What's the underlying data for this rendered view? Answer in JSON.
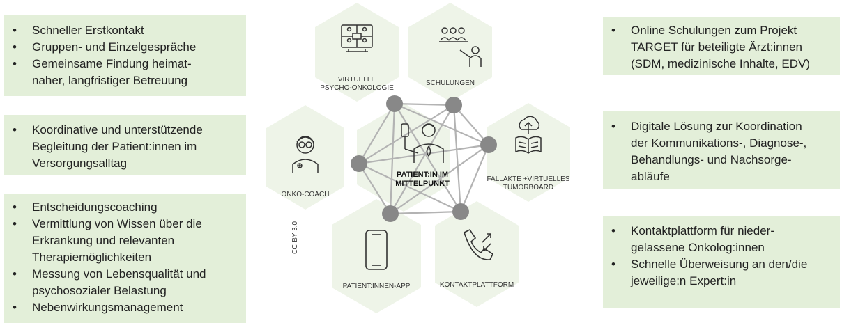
{
  "left_boxes": [
    {
      "items": [
        "Schneller Erstkontakt",
        "Gruppen- und Einzelgespräche",
        "Gemeinsame Findung heimat-",
        "naher, langfristiger Betreuung"
      ]
    },
    {
      "items": [
        "Koordinative und unterstützende",
        "Begleitung der Patient:innen im",
        "Versorgungsalltag"
      ]
    },
    {
      "items": [
        "Entscheidungscoaching",
        "Vermittlung von Wissen über die",
        "Erkrankung und relevanten",
        "Therapiemöglichkeiten",
        "Messung von Lebensqualität und",
        "psychosozialer Belastung",
        "Nebenwirkungsmanagement"
      ]
    }
  ],
  "right_boxes": [
    {
      "items": [
        "Online Schulungen zum Projekt",
        "TARGET für beteiligte Ärzt:innen",
        "(SDM, medizinische Inhalte, EDV)"
      ]
    },
    {
      "items": [
        "Digitale Lösung zur Koordination",
        "der Kommunikations-, Diagnose-,",
        "Behandlungs- und Nachsorge-",
        "abläufe"
      ]
    },
    {
      "items": [
        "Kontaktplattform für nieder-",
        "gelassene Onkolog:innen",
        "Schnelle Überweisung an den/die",
        "jeweilige:n Expert:in"
      ]
    }
  ],
  "hexagons": {
    "virtual_psycho": [
      "VIRTUELLE",
      "PSYCHO-ONKOLOGIE"
    ],
    "schulungen": [
      "SCHULUNGEN"
    ],
    "fallakte": [
      "FALLAKTE +VIRTUELLES",
      "TUMORBOARD"
    ],
    "onko_coach": [
      "ONKO-COACH"
    ],
    "app": [
      "PATIENT:INNEN-APP"
    ],
    "kontakt": [
      "KONTAKTPLATTFORM"
    ],
    "center": [
      "PATIENT:IN IM",
      "MITTELPUNKT"
    ]
  },
  "license": "CC BY 3.0",
  "icons": {
    "virtual_psycho": "video-conference-icon",
    "schulungen": "training-group-icon",
    "fallakte": "cloud-book-icon",
    "onko_coach": "doctor-icon",
    "app": "smartphone-icon",
    "kontakt": "phone-call-icon",
    "center": "patient-infusion-icon"
  },
  "colors": {
    "box": "#e3efd9",
    "hex": "#eef4e8",
    "node": "#888888",
    "line": "#b0b0b0"
  }
}
